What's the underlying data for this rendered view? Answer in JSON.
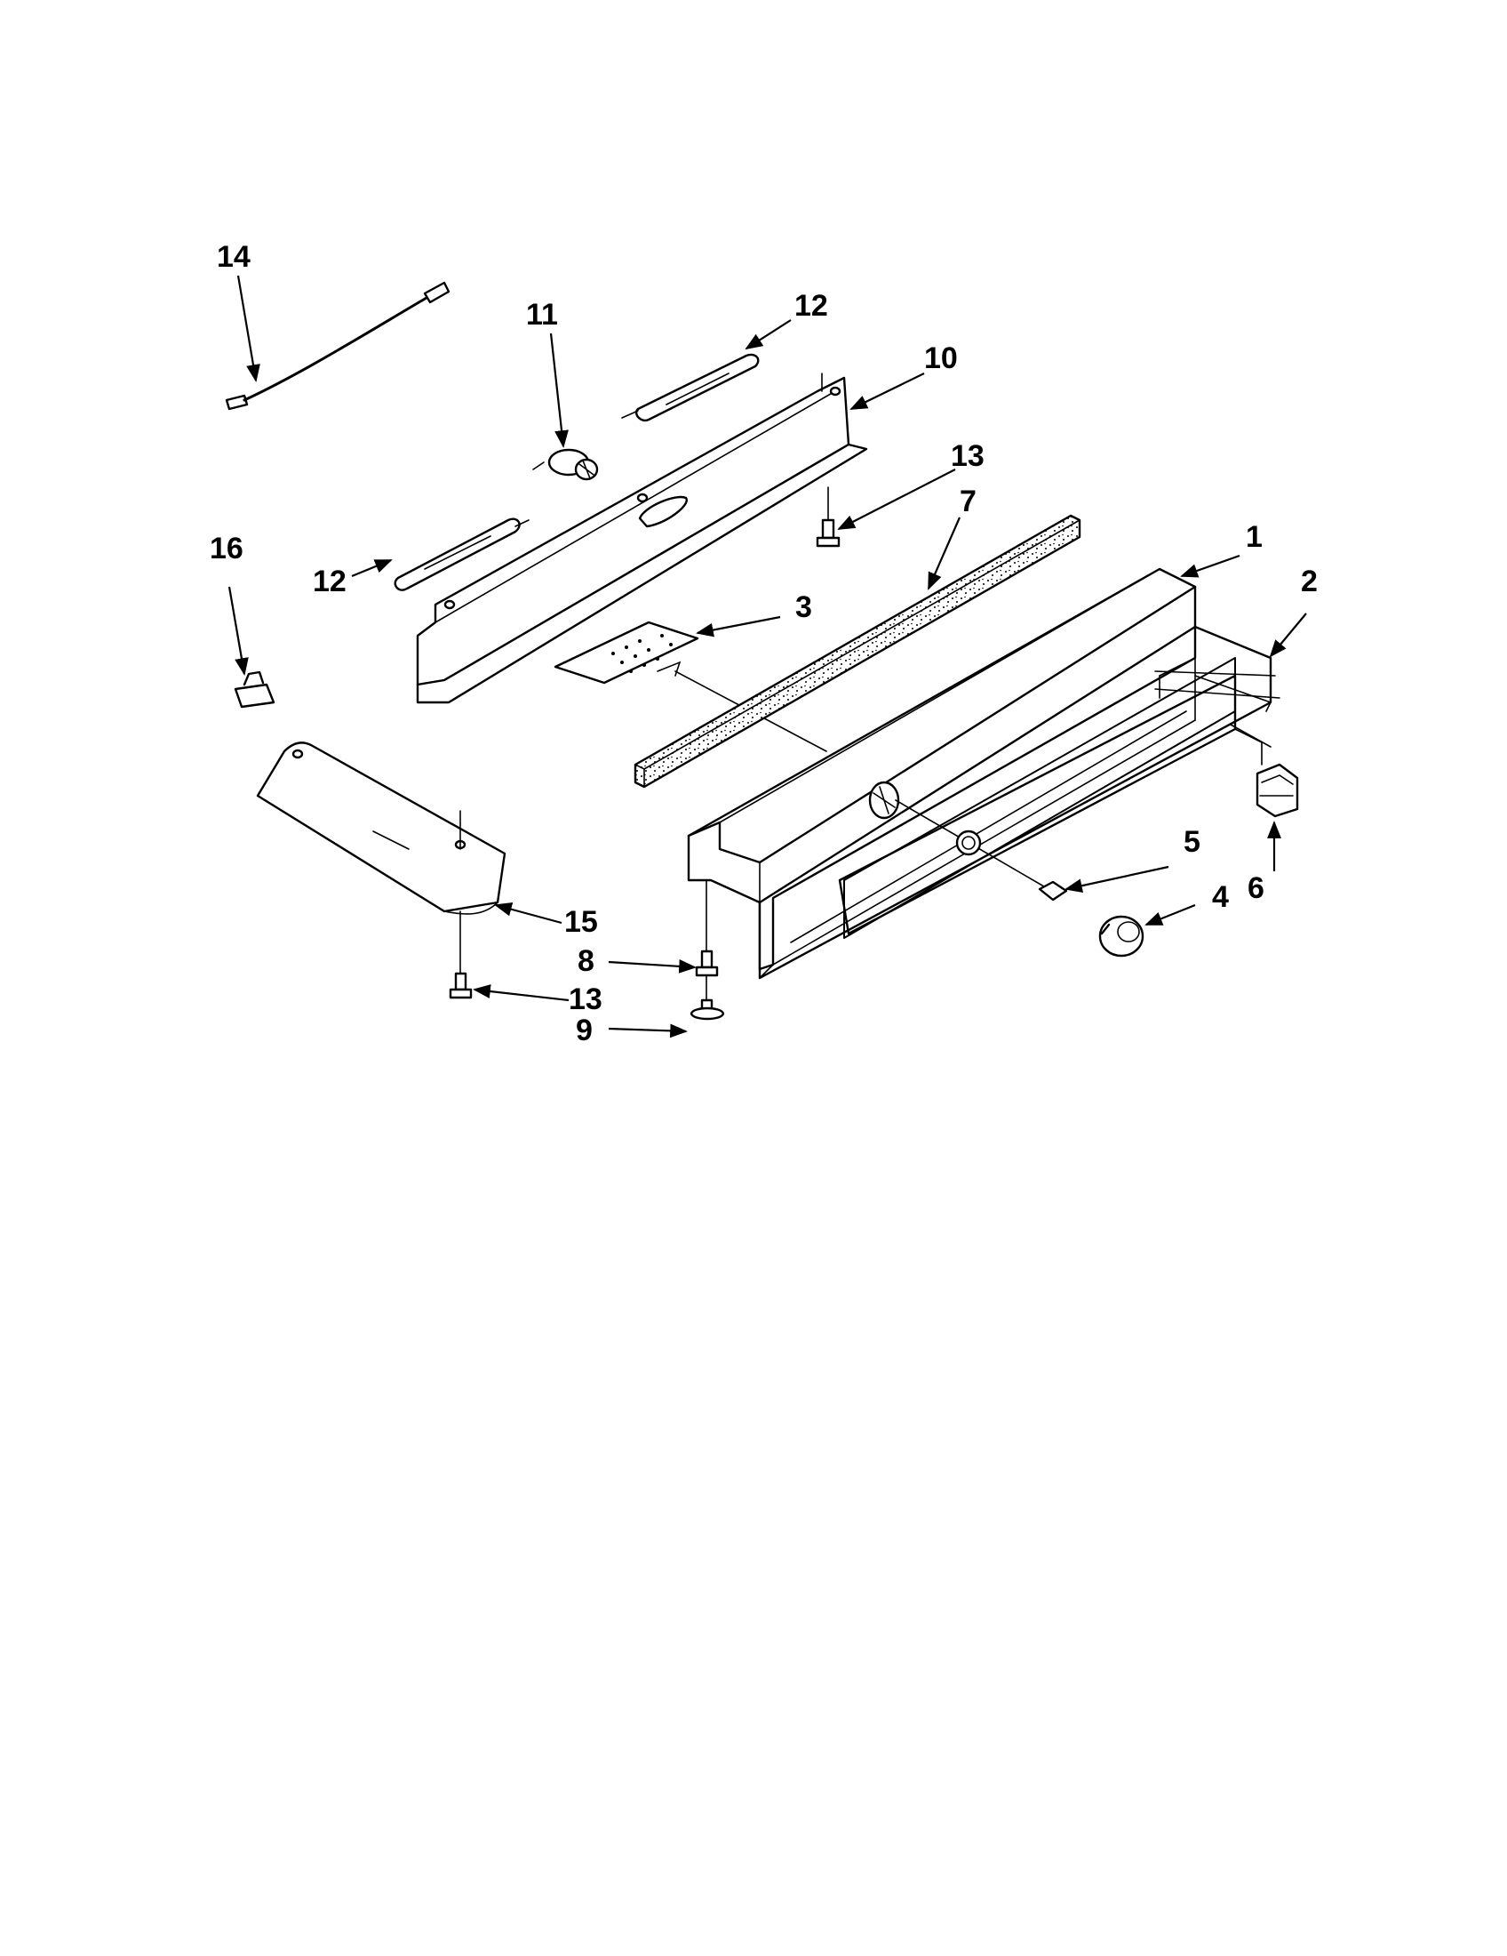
{
  "figure": {
    "callouts": [
      "14",
      "11",
      "12",
      "10",
      "13",
      "7",
      "1",
      "2",
      "16",
      "12",
      "3",
      "5",
      "4",
      "6",
      "15",
      "8",
      "13",
      "9"
    ]
  }
}
